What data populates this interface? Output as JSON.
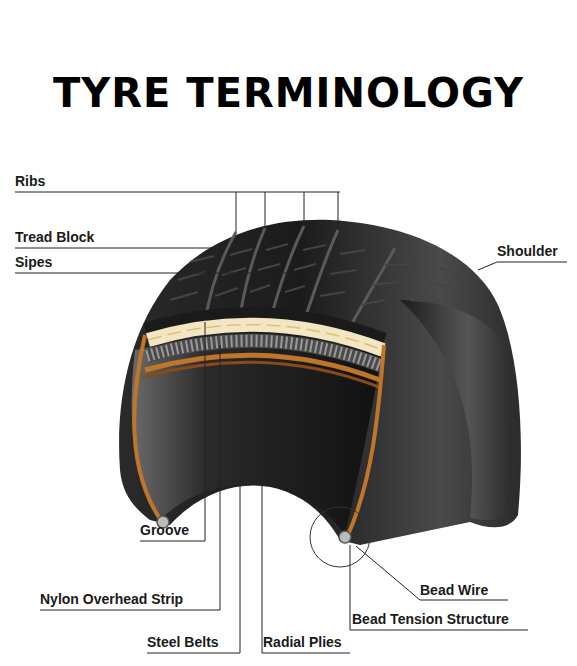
{
  "diagram": {
    "title": "TYRE TERMINOLOGY",
    "labels": [
      "Ribs",
      "Tread Block",
      "Sipes",
      "Shoulder",
      "Groove",
      "Nylon Overhead Strip",
      "Steel Belts",
      "Radial Plies",
      "Bead Wire",
      "Bead Tension Structure"
    ]
  }
}
